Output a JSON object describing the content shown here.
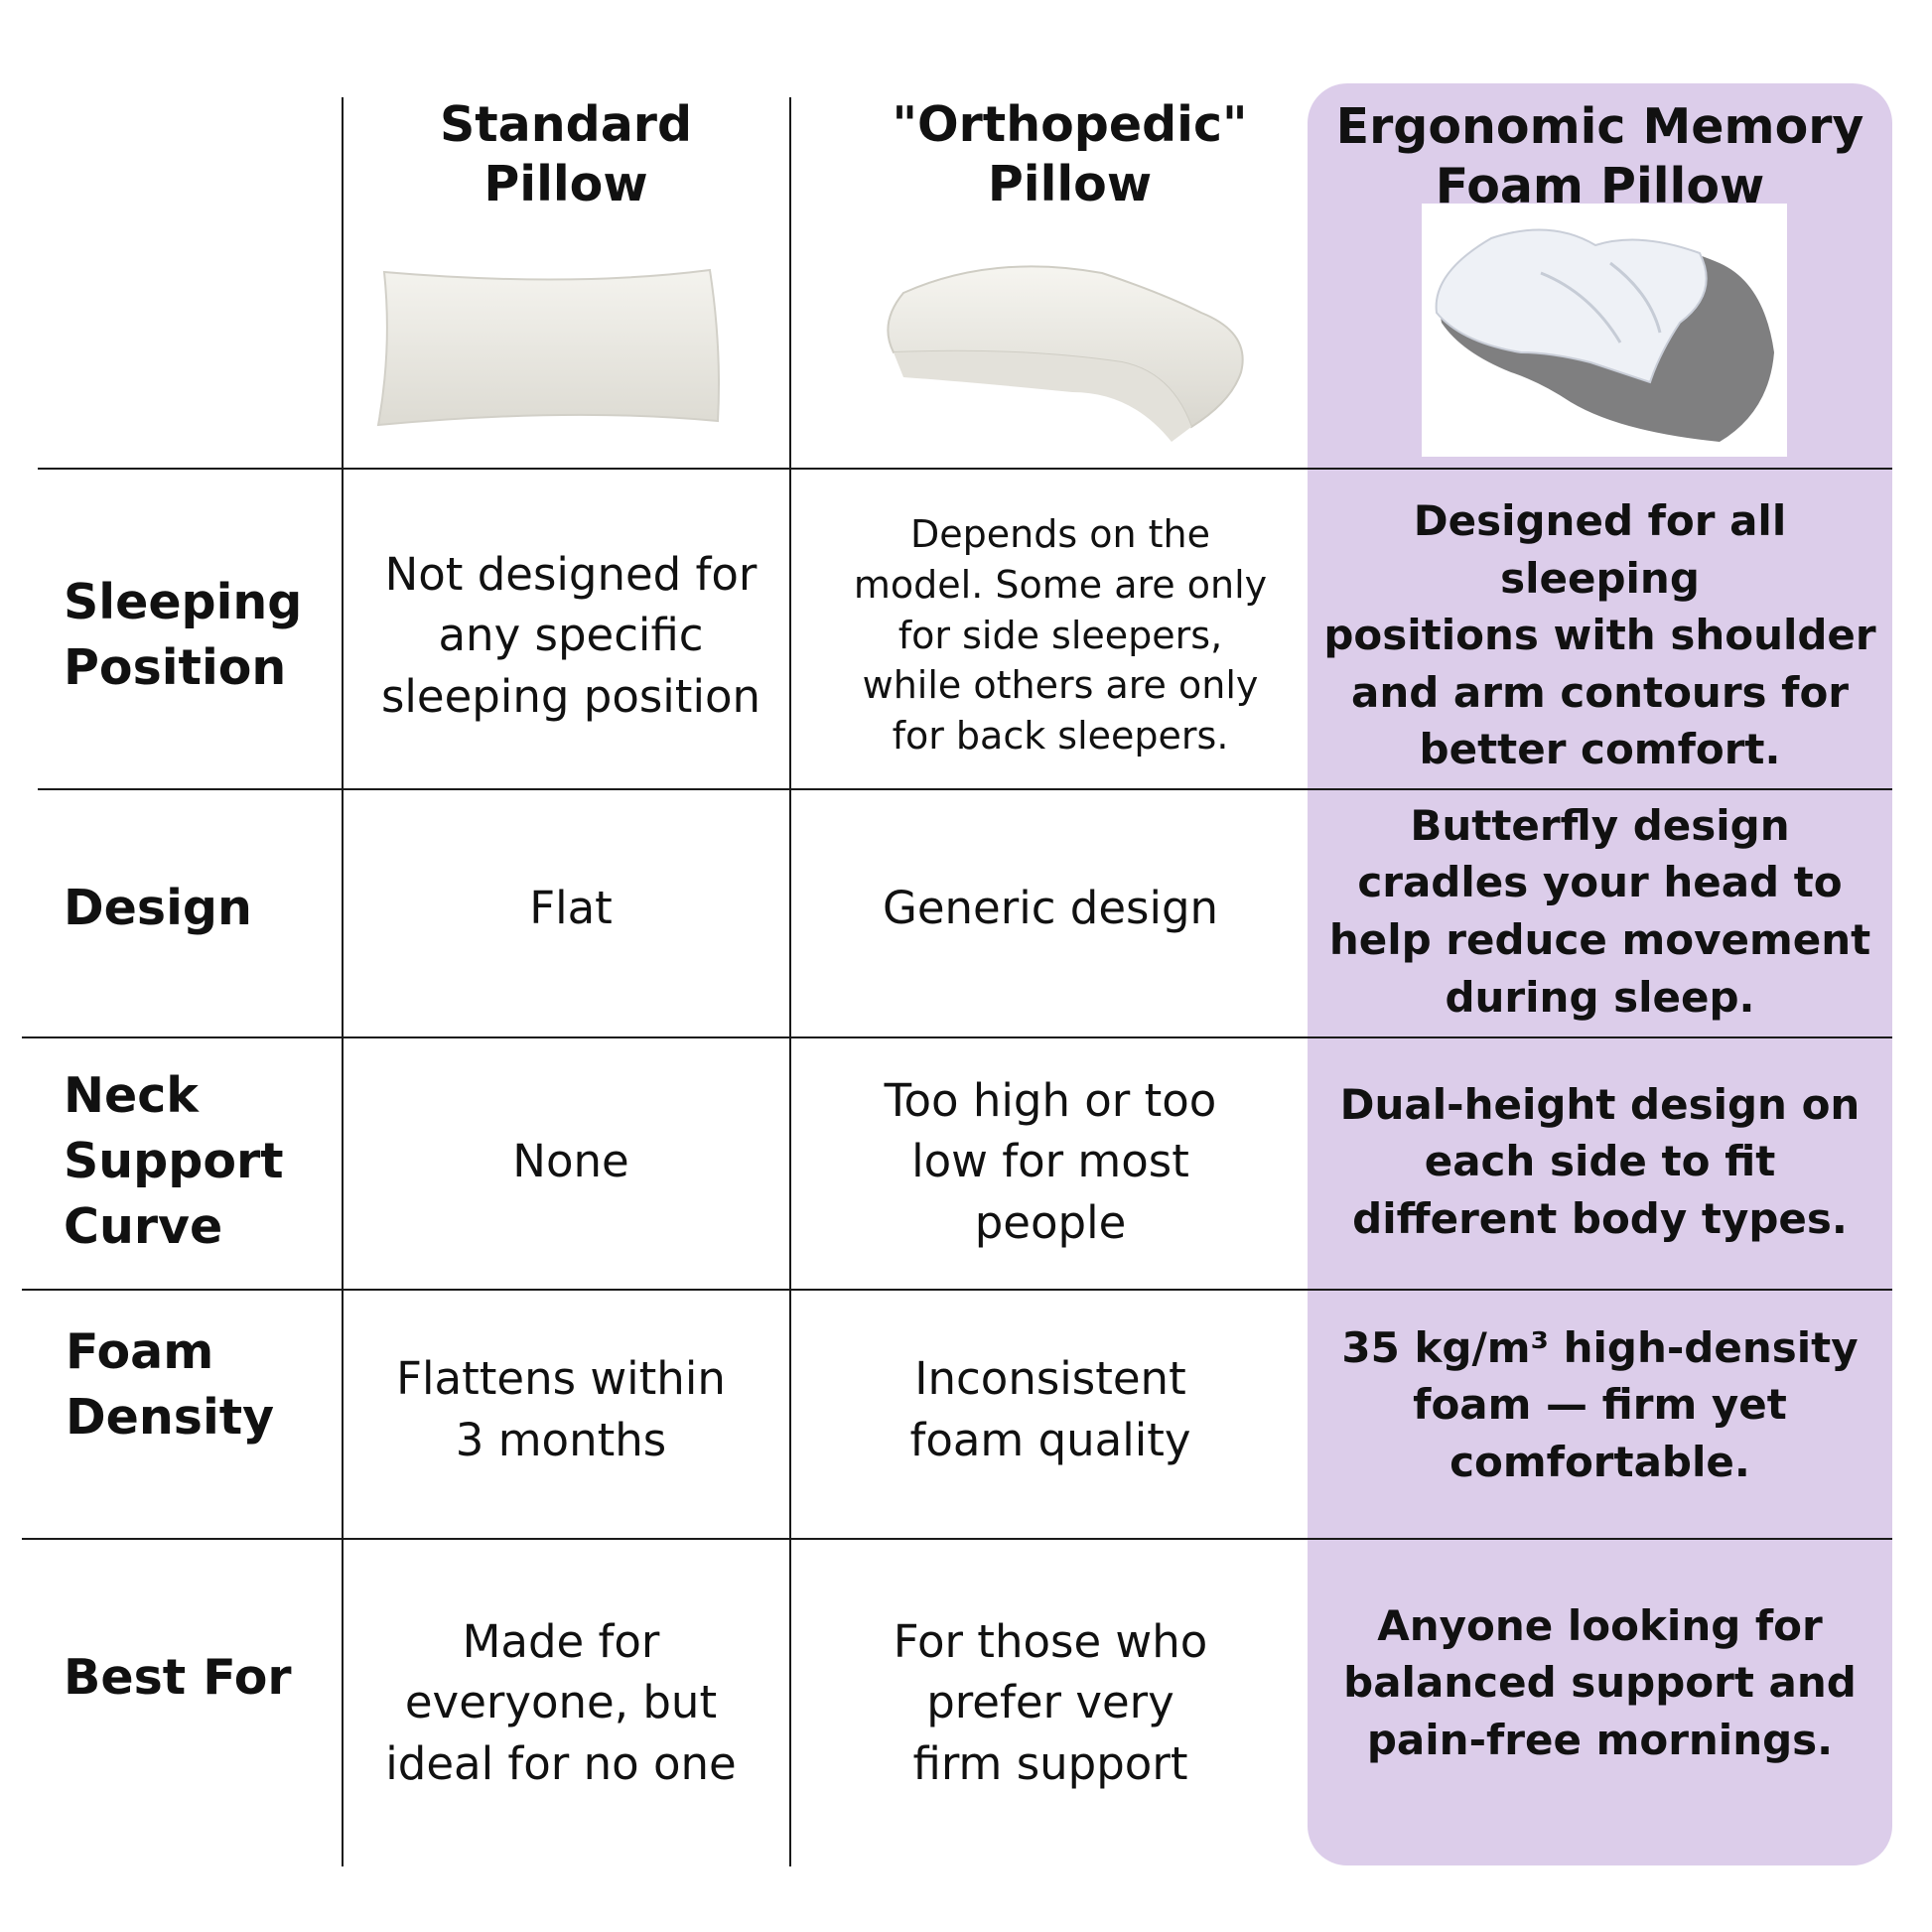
{
  "colors": {
    "accent_column": "#dccdea",
    "rule": "#1a1a1a"
  },
  "columns": [
    {
      "title": "Standard\nPillow",
      "image": "rectangular-pillow-image"
    },
    {
      "title": "\"Orthopedic\"\nPillow",
      "image": "contour-pillow-image"
    },
    {
      "title": "Ergonomic Memory\nFoam Pillow",
      "image": "butterfly-pillow-image"
    }
  ],
  "rows": [
    {
      "label": "Sleeping\nPosition",
      "standard": "Not designed for\nany specific\nsleeping position",
      "orthopedic": "Depends on the\nmodel. Some are only\nfor side sleepers,\nwhile others are only\nfor back sleepers.",
      "ergonomic": "Designed for all sleeping\npositions with shoulder\nand arm contours for\nbetter comfort."
    },
    {
      "label": "Design",
      "standard": "Flat",
      "orthopedic": "Generic design",
      "ergonomic": "Butterfly design\ncradles your head to\nhelp reduce movement\nduring sleep."
    },
    {
      "label": "Neck\nSupport\nCurve",
      "standard": "None",
      "orthopedic": "Too high or too\nlow for most\npeople",
      "ergonomic": "Dual-height design on\neach side to fit\ndifferent body types."
    },
    {
      "label": "Foam\nDensity",
      "standard": "Flattens within\n3 months",
      "orthopedic": "Inconsistent\nfoam quality",
      "ergonomic": "35 kg/m³ high-density\nfoam — firm yet\ncomfortable."
    },
    {
      "label": "Best For",
      "standard": "Made for\neveryone, but\nideal for no one",
      "orthopedic": "For those who\nprefer very\nfirm support",
      "ergonomic": "Anyone looking for\nbalanced support and\npain-free mornings."
    }
  ]
}
